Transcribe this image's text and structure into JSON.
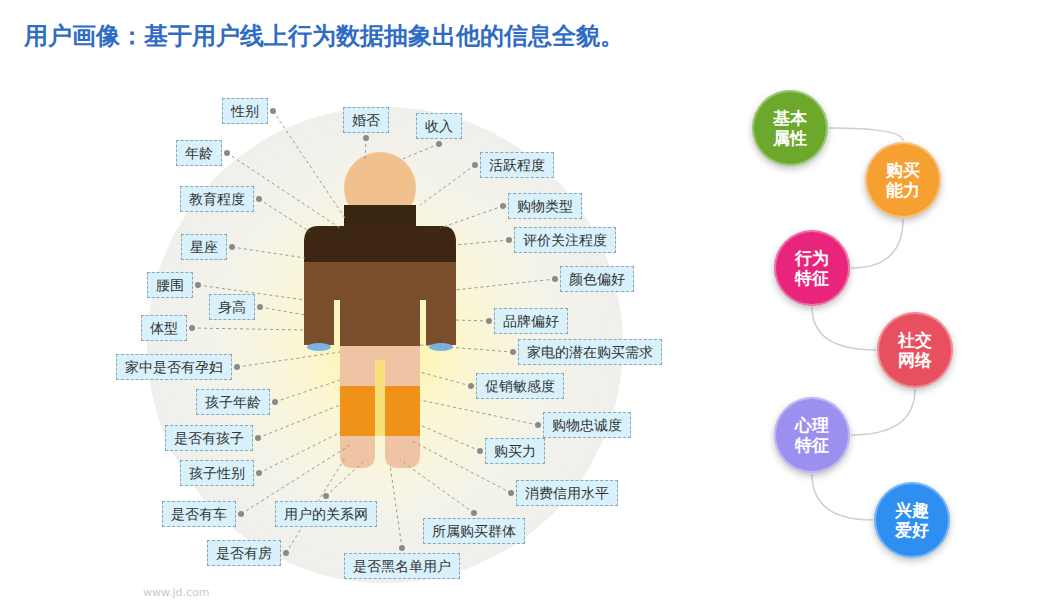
{
  "diagram": {
    "title": "用户画像：基于用户线上行为数据抽象出他的信息全貌。",
    "nodes": [
      {
        "text": [
          "性别"
        ]
      },
      {
        "text": [
          "婚否"
        ]
      },
      {
        "text": [
          "收入"
        ]
      },
      {
        "text": [
          "年龄"
        ]
      },
      {
        "text": [
          "活跃程度"
        ]
      },
      {
        "text": [
          "教育程度"
        ]
      },
      {
        "text": [
          "购物类型"
        ]
      },
      {
        "text": [
          "评价关注程度"
        ]
      },
      {
        "text": [
          "星座"
        ]
      },
      {
        "text": [
          "颜色偏好"
        ]
      },
      {
        "text": [
          "腰围"
        ]
      },
      {
        "text": [
          "身高"
        ]
      },
      {
        "text": [
          "品牌偏好"
        ]
      },
      {
        "text": [
          "体型"
        ]
      },
      {
        "text": [
          "家电的潜在购买需求"
        ]
      },
      {
        "text": [
          "家中是否有孕妇"
        ]
      },
      {
        "text": [
          "促销敏感度"
        ]
      },
      {
        "text": [
          "孩子年龄"
        ]
      },
      {
        "text": [
          "购物忠诚度"
        ]
      },
      {
        "text": [
          "是否有孩子"
        ]
      },
      {
        "text": [
          "购买力"
        ]
      },
      {
        "text": [
          "孩子性别"
        ]
      },
      {
        "text": [
          "消费信用水平"
        ]
      },
      {
        "text": [
          "是否有车"
        ]
      },
      {
        "text": [
          "用户的关系网"
        ]
      },
      {
        "text": [
          "所属购买群体"
        ]
      },
      {
        "text": [
          "是否有房"
        ]
      },
      {
        "text": [
          "是否黑名单用户"
        ]
      },
      {
        "text": [
          "基本 属性"
        ]
      },
      {
        "text": [
          "购买 能力"
        ]
      },
      {
        "text": [
          "行为 特征"
        ]
      },
      {
        "text": [
          "社交 网络"
        ]
      },
      {
        "text": [
          "心理 特征"
        ]
      },
      {
        "text": [
          "兴趣 爱好"
        ]
      }
    ],
    "edges": [
      {
        "from": 28,
        "to": 29,
        "arrow": "none"
      },
      {
        "from": 29,
        "to": 30,
        "arrow": "none"
      },
      {
        "from": 30,
        "to": 31,
        "arrow": "none"
      },
      {
        "from": 31,
        "to": 32,
        "arrow": "none"
      },
      {
        "from": 32,
        "to": 33,
        "arrow": "none"
      }
    ],
    "labels": [
      "www.jd.com"
    ]
  }
}
